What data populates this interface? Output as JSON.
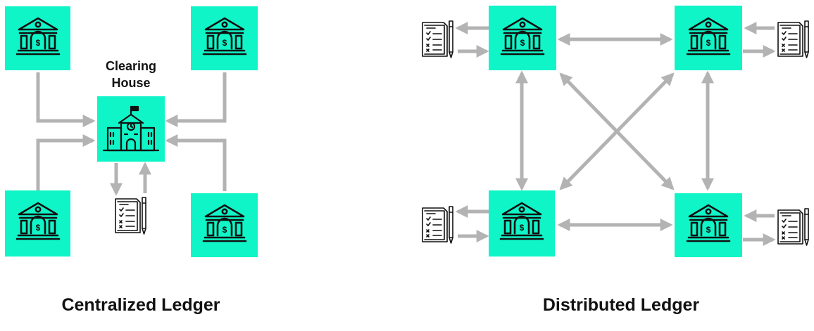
{
  "colors": {
    "node_fill": "#10f5c8",
    "arrow": "#b3b3b3",
    "icon_stroke": "#111111"
  },
  "centralized": {
    "caption": "Centralized Ledger",
    "hub_label_line1": "Clearing",
    "hub_label_line2": "House",
    "hub_icon": "school-building-icon",
    "bank_icon": "bank-icon",
    "document_icon": "document-checklist-pen-icon"
  },
  "distributed": {
    "caption": "Distributed Ledger",
    "bank_icon": "bank-icon",
    "document_icon": "document-checklist-pen-icon"
  }
}
